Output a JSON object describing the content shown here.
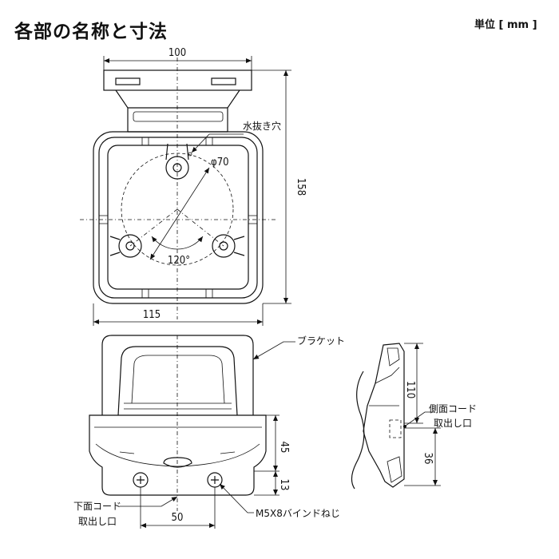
{
  "header": {
    "title": "各部の名称と寸法",
    "unit": "単位 [ mm ]"
  },
  "top_view": {
    "dim_width_top": "100",
    "dim_width_bottom": "115",
    "dim_height": "158",
    "dim_circle": "φ70",
    "dim_angle": "120°",
    "label_drain_hole": "水抜き穴"
  },
  "front_view": {
    "label_bracket": "ブラケット",
    "dim_45": "45",
    "dim_13": "13",
    "dim_50": "50",
    "label_bottom_cord_line1": "下面コード",
    "label_bottom_cord_line2": "取出し口",
    "label_screw": "M5X8バインドねじ"
  },
  "side_view": {
    "dim_110": "110",
    "dim_36": "36",
    "label_side_cord_line1": "側面コード",
    "label_side_cord_line2": "取出し口"
  }
}
